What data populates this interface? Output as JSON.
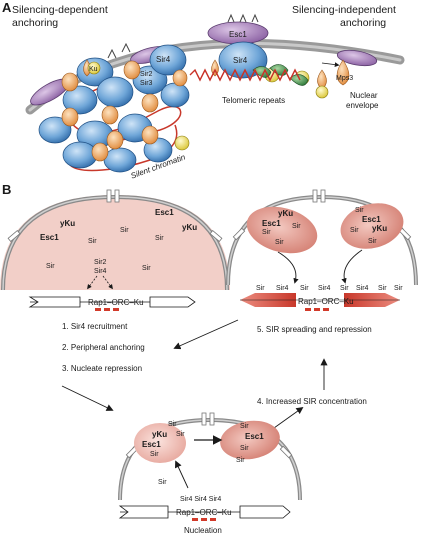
{
  "colors": {
    "envelope": "#8a8a8a",
    "nucleus_fill": "#f3cdc6",
    "sir_blob": "#eab0a7",
    "sir_blob_dark": "#d9867a",
    "blue_protein": "#6fa6d8",
    "purple_protein": "#a27bb4",
    "orange_protein": "#f0a85e",
    "yellow_ku": "#f1e25a",
    "green_protein": "#3f8f4a",
    "telomere_red": "#d23a2a",
    "repeat_red": "#c83228"
  },
  "panel_a": {
    "label": "A",
    "left_title_1": "Silencing-dependent",
    "left_title_2": "anchoring",
    "right_title_1": "Silencing-independent",
    "right_title_2": "anchoring",
    "esc1": "Esc1",
    "sir4": "Sir4",
    "sir4_right": "Sir4",
    "sir2": "Sir2",
    "sir3": "Sir3",
    "ku_1": "Ku",
    "ku_2": "Ku",
    "mps3": "Mps3",
    "nuclear_envelope_1": "Nuclear",
    "nuclear_envelope_2": "envelope",
    "telomeric_repeats": "Telomeric repeats",
    "silent_chromatin": "Silent chromatin"
  },
  "panel_b": {
    "label": "B",
    "left_nucleus": {
      "yku": "yKu",
      "esc1_left": "Esc1",
      "esc1_right": "Esc1",
      "yku_right": "yKu",
      "sir_a": "Sir",
      "sir_b": "Sir",
      "sir_c": "Sir",
      "sir_d": "Sir",
      "sir_e": "Sir",
      "sir2": "Sir2",
      "sir4": "Sir4",
      "locus": "Rap1–ORC–Ku"
    },
    "right_nucleus": {
      "yku_left": "yKu",
      "esc1_left": "Esc1",
      "sir_l1": "Sir",
      "sir_l2": "Sir",
      "sir_l3": "Sir",
      "sir_r1": "Sir",
      "esc1_right": "Esc1",
      "yku_right": "yKu",
      "sir_r2": "Sir",
      "sir_r3": "Sir",
      "spread_1": "Sir",
      "spread_2": "Sir4",
      "spread_3": "Sir",
      "spread_4": "Sir4",
      "spread_5": "Sir",
      "spread_6": "Sir4",
      "spread_7": "Sir",
      "spread_8": "Sir",
      "locus": "Rap1–ORC–Ku"
    },
    "bottom_nucleus": {
      "sir_a": "Sir",
      "sir_b": "Sir",
      "yku": "yKu",
      "esc1_left": "Esc1",
      "sir_c": "Sir",
      "sir_r1": "Sir",
      "esc1_right": "Esc1",
      "sir_r2": "Sir",
      "sir_float_1": "Sir",
      "sir_float_2": "Sir",
      "sir4_row": "Sir4 Sir4 Sir4",
      "locus": "Rap1–ORC–Ku",
      "nucleation": "Nucleation"
    },
    "steps": {
      "step1": "1. Sir4 recruitment",
      "step2": "2. Peripheral anchoring",
      "step3": "3. Nucleate repression",
      "step4": "4. Increased SIR  concentration",
      "step5": "5. SIR spreading and repression"
    }
  }
}
